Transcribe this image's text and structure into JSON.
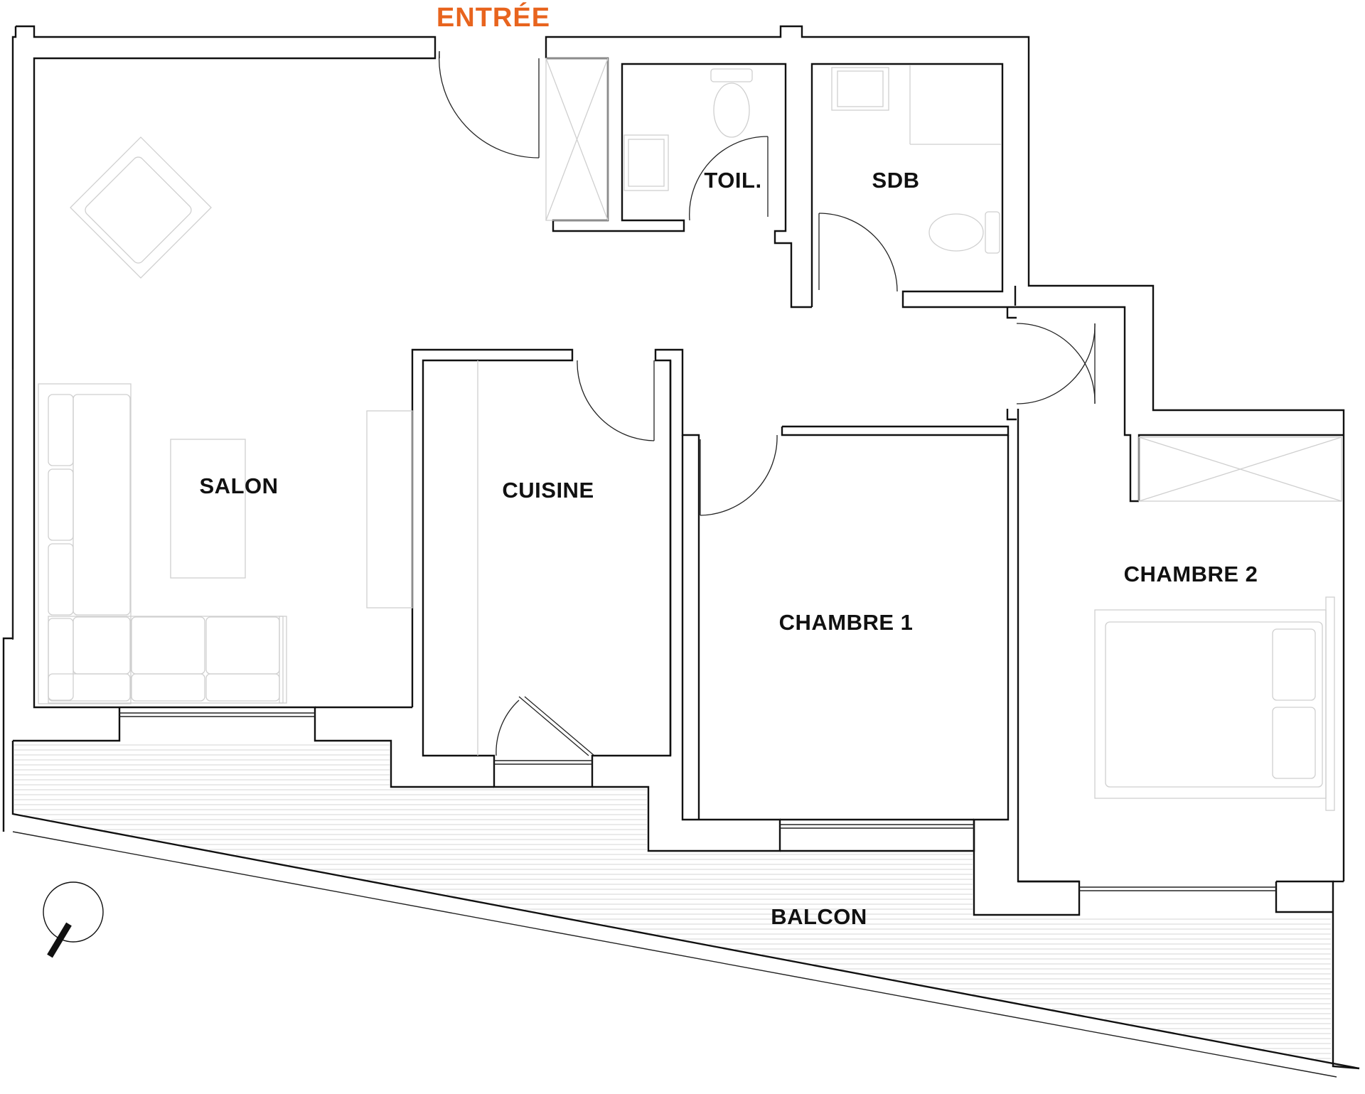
{
  "colors": {
    "wall": "#111111",
    "furniture": "#cfcfcf",
    "entry": "#e8641e",
    "deck": "#d6d6d6"
  },
  "labels": {
    "entree": "ENTRÉE",
    "salon": "SALON",
    "cuisine": "CUISINE",
    "toilettes": "TOIL.",
    "sdb": "SDB",
    "chambre1": "CHAMBRE 1",
    "chambre2": "CHAMBRE 2",
    "balcon": "BALCON"
  },
  "icons": {
    "compass": "north-compass-icon"
  }
}
